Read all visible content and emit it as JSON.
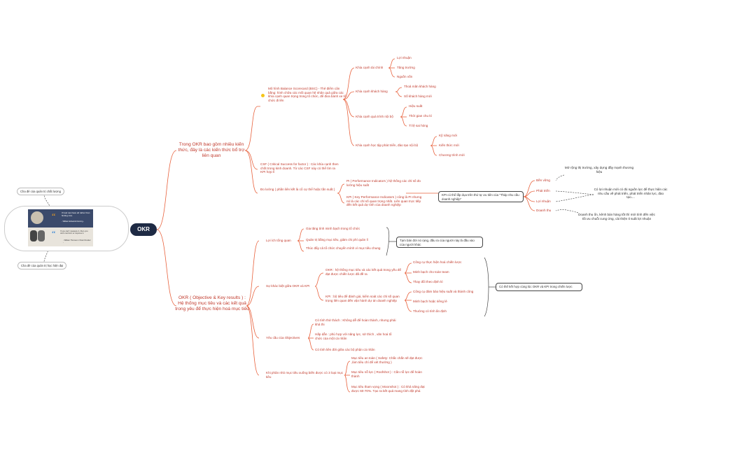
{
  "root": "OKR",
  "image_card": {
    "quote_1": "If God can have all rather than finding nice.",
    "author_1": "- William Edwards Deming -",
    "quote_2": "If you can't measure it, then you can't control it or improve it.",
    "author_2": "- William Thomson / Peter Drucker -"
  },
  "image_notes": {
    "top": "Cha đẻ của quản trị chất lượng",
    "bottom": "Cha đẻ của quản trị học hiện đại"
  },
  "branch_top": {
    "label": "Trong OKR bao gồm nhiều kiến thức, đây là các kiến thức bổ trợ liên quan",
    "bsc": {
      "label": "Mô hình Balance Scorecard (BSC) - Thẻ điểm cân bằng: hình chữa các mối quan hệ nhân quả giữa các khía cạnh quan trọng trong tổ chức, để đưa bánh xe tổ chức đi lên",
      "perspectives": [
        {
          "label": "Khía cạnh tài chính",
          "items": [
            "Lợi nhuận",
            "Tăng trưởng",
            "Nguồn vốn"
          ]
        },
        {
          "label": "Khía cạnh khách hàng",
          "items": [
            "Thoả mãn khách hàng",
            "Số khách hàng mới"
          ]
        },
        {
          "label": "Khía cạnh quá trình nội bộ",
          "items": [
            "Hiệu suất",
            "Thời gian chu kì",
            "Tỉ lệ sai hỏng"
          ]
        },
        {
          "label": "Khía cạnh học tập phát triển, đào tạo nội bộ",
          "items": [
            "Kỹ năng mới",
            "Kiến thức mới",
            "Chương trình mới"
          ]
        }
      ]
    },
    "csf": "CSF ( Critical Success for factor ) : Các khía cạnh then chốt trong kinh doanh. Từ các CSF này có thể tìm ra KPI hợp lí",
    "measure": {
      "label": "Đo lường ( phần liên kết là cổ cự thể hoặc tần suất )",
      "pi": "PI ( Performance Indicators ) hệ thống các chỉ số đo lường hiệu suất",
      "kpi": "KPI ( Key Performance Indicators ) cũng là PI nhưng nó là các chỉ số quan trọng nhất. Liên quan trực tiếp đến kết quả dự tính của doanh nghiệp",
      "box": "KPI có thể lấp dụa trên thứ tự ưu tiên của \"Tháp nhu cầu doanh nghiệp\"",
      "pyramid": [
        "Bền vững",
        "Phát triển",
        "Lợi nhuận",
        "Doanh thu"
      ],
      "notes": [
        "Mở rộng thị trường, xây dựng đầy mạnh thương hiệu",
        "Có lợi nhuận mới có đủ nguồn lực để thực hiện các nhu cầu về phát triển, phát triển nhân lực, đào tạo....",
        "Doanh thu ổn, kênh bán hàng tốt thì mới tính đến việc tối ưu chuỗi cung ứng, cải thiện tỉ suất lợi nhuận"
      ]
    }
  },
  "branch_bottom": {
    "label": "OKR ( Objective & Key results ) : Hệ thống mục tiêu và các kết quả trong yêu để thực hiện hoá mục tiêu",
    "history": {
      "label": "Lợi ích tổng quan",
      "items": [
        "Gia tăng tính minh bạch trong tổ chức",
        "Quản trị bằng mục tiêu, giảm chi phí quản lí",
        "Thúc đẩy cả tổ chức chuyển mình vì mục tiêu chung"
      ],
      "box": "Tạm bàn đời nó rạng, đầu ra của người này là đầu vào của người khác"
    },
    "diff": {
      "label": "Sự khác biệt giữa OKR và KPI",
      "okr": "OKR : hệ thống mục tiêu và các kết quả trong yếu để đạt được chiến lược đã đề ra",
      "okr_items": [
        "Công cụ thực hiện hoá chiến lược",
        "Minh bạch cho toàn team",
        "Thay đổi theo định kì"
      ],
      "kpi": "KPI : bộ tiêu để đánh giá, kiểm soát các chỉ số quan trọng liên quan đến vận hành dự án doanh nghiệp",
      "kpi_items": [
        "Công cụ đảm bảo hiệu suất và thành công",
        "Minh bạch hoặc riêng lẻ",
        "Thường có tính ấn định"
      ],
      "box": "Có thể kết hợp cùng lúc OKR và KPI trong chiến lược"
    },
    "requirements": {
      "label": "Yêu cầu của Objectives",
      "items": [
        "Có tính thử thách : Không dễ để hoàn thành, nhưng phải khả thi",
        "Hấp dẫn : phù hợp với năng lực, sở thích , văn hoá tổ chức của một cá nhân",
        "Có tính liên đới giữa các bộ phận cá nhân"
      ]
    },
    "types": {
      "label": "Khi phân nhỏ mục tiêu xuống biến được có 3 loại mục tiêu",
      "items": [
        "Mục tiêu an toàn ( Safety: Chắc chắn sẽ đạt được ,làm tiêu chí để xét thưởng )",
        "Mục tiêu nỗ lực ( Roofshot ) : Cần nỗ lực để hoàn thành",
        "Mục tiêu tham vọng ( Moonshot ) : Có khả năng đạt được 60-70%. Tạo ra kết quả mang tính đột phá"
      ]
    },
    "colors": {
      "branch": "#e8613c",
      "root": "#1e2a44"
    }
  }
}
